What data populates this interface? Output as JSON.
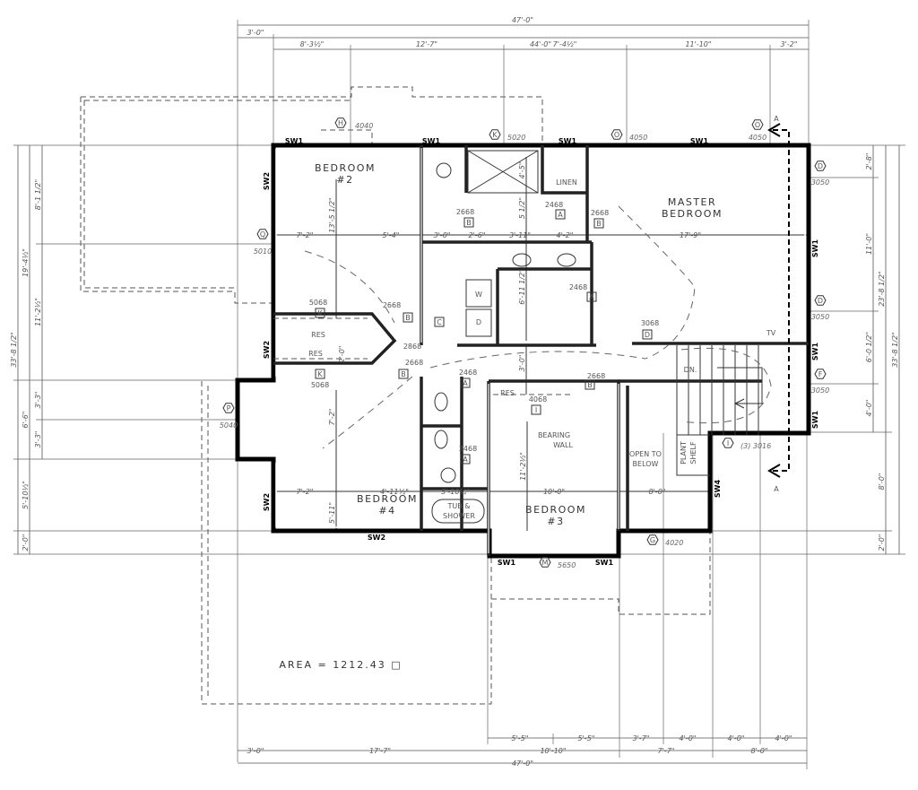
{
  "plan": {
    "area_label": "AREA = 1212.43 □",
    "rooms": {
      "bedroom2": [
        "BEDROOM",
        "#2"
      ],
      "master": [
        "MASTER",
        "BEDROOM"
      ],
      "bedroom4": [
        "BEDROOM",
        "#4"
      ],
      "bedroom3": [
        "BEDROOM",
        "#3"
      ],
      "linen": "LINEN",
      "open_below": [
        "OPEN TO",
        "BELOW"
      ],
      "plant_shelf": [
        "PLANT",
        "SHELF"
      ],
      "bearing_wall": [
        "BEARING",
        "WALL"
      ],
      "tub_shower": [
        "TUB &",
        "SHOWER"
      ],
      "stairs_down": "DN.",
      "tv": "TV",
      "res": "RES"
    },
    "top_dims": [
      "47'-0\"",
      "3'-0\"",
      "44'-0\"",
      "8'-3½\"",
      "12'-7\"",
      "7'-4½\"",
      "11'-10\"",
      "3'-2\""
    ],
    "bottom_dims": [
      "5'-5\"",
      "5'-5\"",
      "3'-7\"",
      "4'-0\"",
      "4'-0\"",
      "4'-0\"",
      "3'-0\"",
      "17'-7\"",
      "10'-10\"",
      "7'-7\"",
      "8'-0\"",
      "47'-0\""
    ],
    "left_dims": [
      "33'-8 1/2\"",
      "19'-4½\"",
      "6'-6\"",
      "5'-10½\"",
      "2'-0\"",
      "8'-1 1/2\"",
      "11'-2½\"",
      "3'-3\"",
      "3'-3\""
    ],
    "right_dims": [
      "2'-8\"",
      "11'-0\"",
      "6'-0 1/2\"",
      "4'-0\"",
      "23'-8 1/2\"",
      "8'-0\"",
      "2'-0\"",
      "33'-8 1/2\""
    ],
    "interior_dims": [
      "7'-2\"",
      "5'-4\"",
      "3'-0\"",
      "2'-6\"",
      "3'-11\"",
      "4'-2\"",
      "17'-9\"",
      "13'-5 1/2\"",
      "4'-5\"",
      "5 1/2\"",
      "6'-11 1/2\"",
      "3'-0\"",
      "7'-2\"",
      "5'-11\"",
      "7'-2\"",
      "4'-11½\"",
      "5'-10½\"",
      "10'-0\"",
      "8'-0\"",
      "11'-2½\"",
      "2'-0\""
    ],
    "shear_walls": [
      "SW1",
      "SW1",
      "SW1",
      "SW1",
      "SW2",
      "SW2",
      "SW2",
      "SW1",
      "SW1",
      "SW1",
      "SW2",
      "SW1",
      "SW1",
      "SW4"
    ],
    "windows": [
      {
        "tag": "H",
        "size": "4040"
      },
      {
        "tag": "K",
        "size": "5020"
      },
      {
        "tag": "O",
        "size": "4050"
      },
      {
        "tag": "O",
        "size": "4050"
      },
      {
        "tag": "Q",
        "size": "5010"
      },
      {
        "tag": "P",
        "size": "5040"
      },
      {
        "tag": "D",
        "size": "3050"
      },
      {
        "tag": "D",
        "size": "3050"
      },
      {
        "tag": "F",
        "size": "3050"
      },
      {
        "tag": "I",
        "size": "(3) 3016"
      },
      {
        "tag": "G",
        "size": "4020"
      },
      {
        "tag": "M",
        "size": "5650"
      }
    ],
    "doors": [
      {
        "tag": "B",
        "size": "2668"
      },
      {
        "tag": "A",
        "size": "2468"
      },
      {
        "tag": "B",
        "size": "2668"
      },
      {
        "tag": "A",
        "size": "2468"
      },
      {
        "tag": "K",
        "size": "5068"
      },
      {
        "tag": "B",
        "size": "2668"
      },
      {
        "tag": "C",
        "size": "2868"
      },
      {
        "tag": "K",
        "size": "5068"
      },
      {
        "tag": "B",
        "size": "2668"
      },
      {
        "tag": "A",
        "size": "2468"
      },
      {
        "tag": "B",
        "size": "2668"
      },
      {
        "tag": "D",
        "size": "3068"
      },
      {
        "tag": "A",
        "size": "2468"
      },
      {
        "tag": "I",
        "size": "4068"
      }
    ],
    "appliances": [
      "W",
      "D"
    ],
    "section_marker": "A"
  }
}
